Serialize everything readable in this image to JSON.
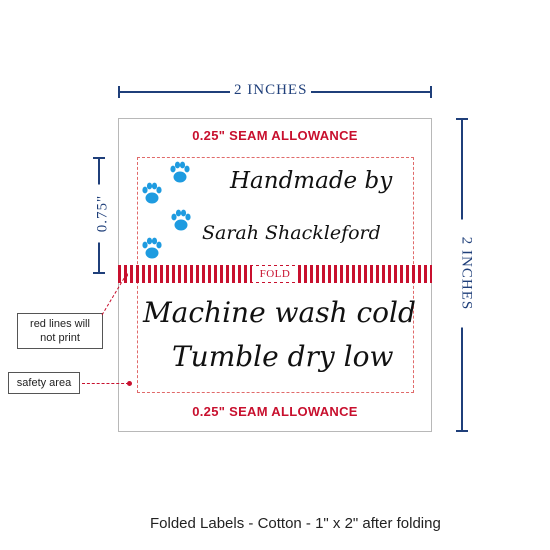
{
  "dimensions": {
    "width_label": "2 INCHES",
    "height_label": "2 INCHES",
    "top_section_label": "0.75\""
  },
  "label": {
    "seam_top": "0.25\" SEAM ALLOWANCE",
    "seam_bottom": "0.25\" SEAM ALLOWANCE",
    "fold_text": "FOLD",
    "line1": "Handmade by",
    "line2": "Sarah Shackleford",
    "care_line1": "Machine wash cold",
    "care_line2": "Tumble dry low",
    "paw_color": "#1e9be0",
    "accent_color": "#c8102e"
  },
  "notes": {
    "red_lines": "red lines will not print",
    "safety_area": "safety area"
  },
  "caption": "Folded Labels - Cotton - 1\" x 2\" after folding"
}
